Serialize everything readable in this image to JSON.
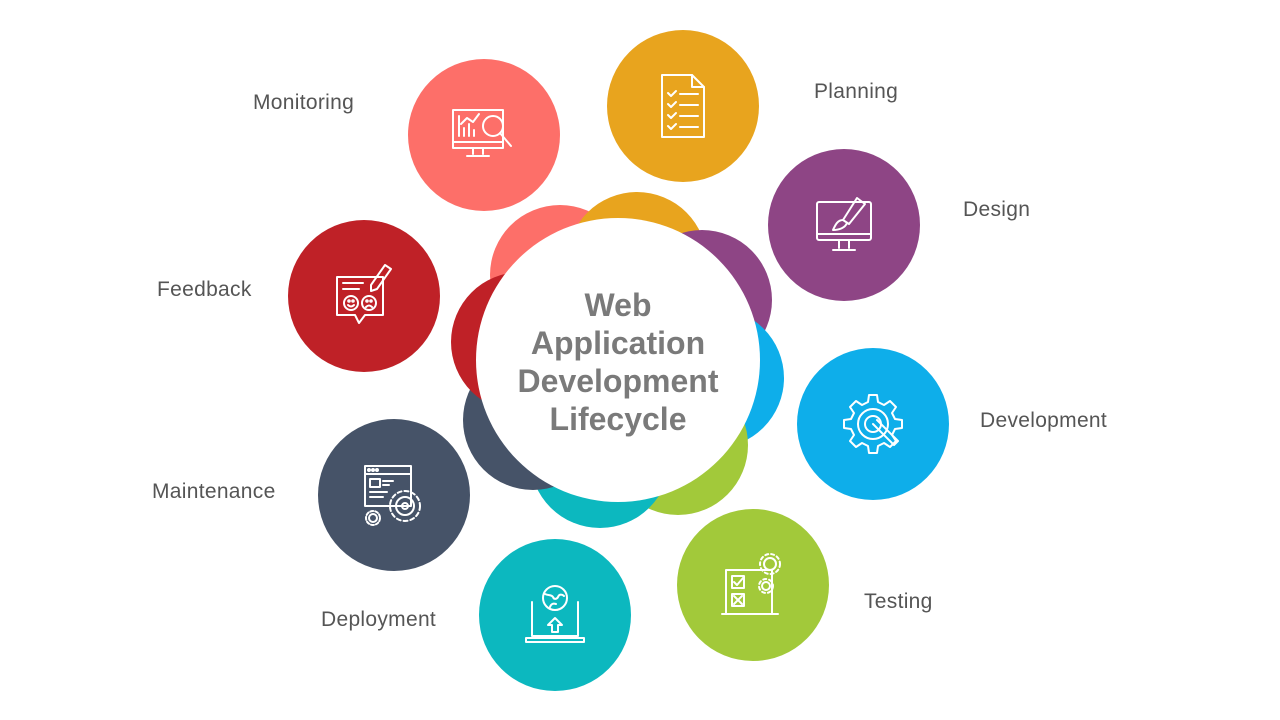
{
  "diagram": {
    "title_lines": [
      "Web",
      "Application",
      "Development",
      "Lifecycle"
    ],
    "stages": [
      {
        "id": "planning",
        "label": "Planning",
        "color": "#E8A41E",
        "icon": "checklist-document-icon"
      },
      {
        "id": "design",
        "label": "Design",
        "color": "#8E4585",
        "icon": "monitor-paintbrush-icon"
      },
      {
        "id": "development",
        "label": "Development",
        "color": "#0EAEEA",
        "icon": "gear-target-pencil-icon"
      },
      {
        "id": "testing",
        "label": "Testing",
        "color": "#A2C93A",
        "icon": "checklist-gears-icon"
      },
      {
        "id": "deployment",
        "label": "Deployment",
        "color": "#0CB8BF",
        "icon": "laptop-globe-upload-icon"
      },
      {
        "id": "maintenance",
        "label": "Maintenance",
        "color": "#465368",
        "icon": "browser-gears-icon"
      },
      {
        "id": "feedback",
        "label": "Feedback",
        "color": "#BF2127",
        "icon": "speech-bubble-faces-icon"
      },
      {
        "id": "monitoring",
        "label": "Monitoring",
        "color": "#FD6F69",
        "icon": "monitor-chart-magnifier-icon"
      }
    ]
  }
}
